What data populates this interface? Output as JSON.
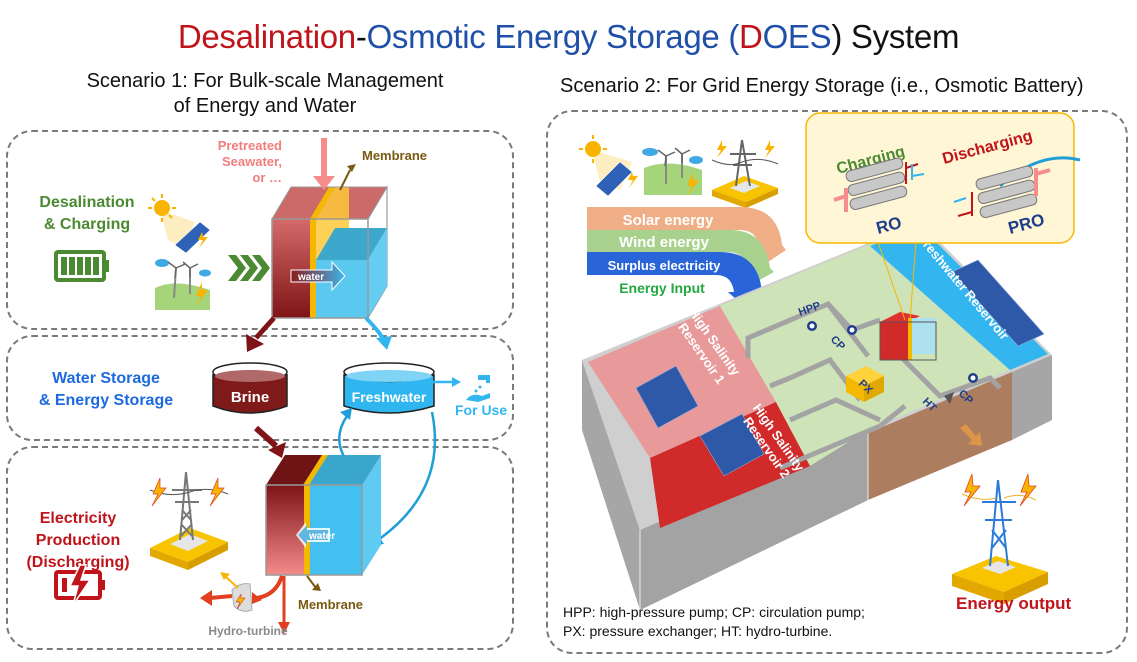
{
  "title": {
    "part1": "Desalination",
    "sep1": "-",
    "part2": "Osmotic Energy Storage (",
    "part3": "D",
    "part4": "OES",
    "part5": ") System",
    "colors": {
      "red": "#c0141b",
      "blue": "#1f4fa8",
      "black": "#111111"
    }
  },
  "scenario1": {
    "title_line1": "Scenario 1: For Bulk-scale Management",
    "title_line2": "of Energy and Water",
    "charging": {
      "label_line1": "Desalination",
      "label_line2": "& Charging",
      "inflow_line1": "Pretreated",
      "inflow_line2": "Seawater,",
      "inflow_line3": "or …",
      "membrane_label": "Membrane",
      "water_label": "water",
      "icons": [
        "battery-full-icon",
        "solar-panel-icon",
        "wind-turbine-icon",
        "chevrons-right-icon"
      ]
    },
    "storage": {
      "label_line1": "Water Storage",
      "label_line2": "& Energy Storage",
      "brine_label": "Brine",
      "freshwater_label": "Freshwater",
      "for_use_label": "For Use",
      "icons": [
        "brine-tank-icon",
        "freshwater-tank-icon",
        "tap-hand-icon"
      ]
    },
    "discharging": {
      "label_line1": "Electricity",
      "label_line2": "Production",
      "label_line3": "(Discharging)",
      "water_label": "water",
      "membrane_label": "Membrane",
      "turbine_label": "Hydro-turbine",
      "icons": [
        "power-tower-icon",
        "battery-charging-icon",
        "hydro-turbine-icon"
      ]
    }
  },
  "scenario2": {
    "title": "Scenario 2: For Grid Energy Storage (i.e., Osmotic Battery)",
    "inputs": {
      "solar": "Solar energy",
      "wind": "Wind energy",
      "surplus": "Surplus electricity",
      "caption": "Energy Input"
    },
    "callout": {
      "charging": "Charging",
      "discharging": "Discharging",
      "ro": "RO",
      "pro": "PRO"
    },
    "site": {
      "freshwater_reservoir": "Freshwater Reservoir",
      "reservoir1_line1": "High Salinity",
      "reservoir1_line2": "Reservoir 1",
      "reservoir2_line1": "High Salinity",
      "reservoir2_line2": "Reservoir 2",
      "hpp": "HPP",
      "cp1": "CP",
      "cp2": "CP",
      "px": "PX",
      "ht": "HT"
    },
    "output_label": "Energy output",
    "legend_line1": "HPP: high-pressure pump; CP: circulation pump;",
    "legend_line2": "PX: pressure exchanger; HT: hydro-turbine."
  },
  "colors": {
    "brine": "#7f1416",
    "freshwater": "#33b6ef",
    "membrane": "#f5b800",
    "green_label": "#4b8a32",
    "blue_label": "#1d6ae0",
    "red_label": "#c0141b",
    "reservoir1": "#e89a9a",
    "reservoir2": "#d12a2a",
    "ground_green": "#cfe3b8",
    "soil": "#ad7d5f",
    "gray_block": "#a6a6a6"
  }
}
